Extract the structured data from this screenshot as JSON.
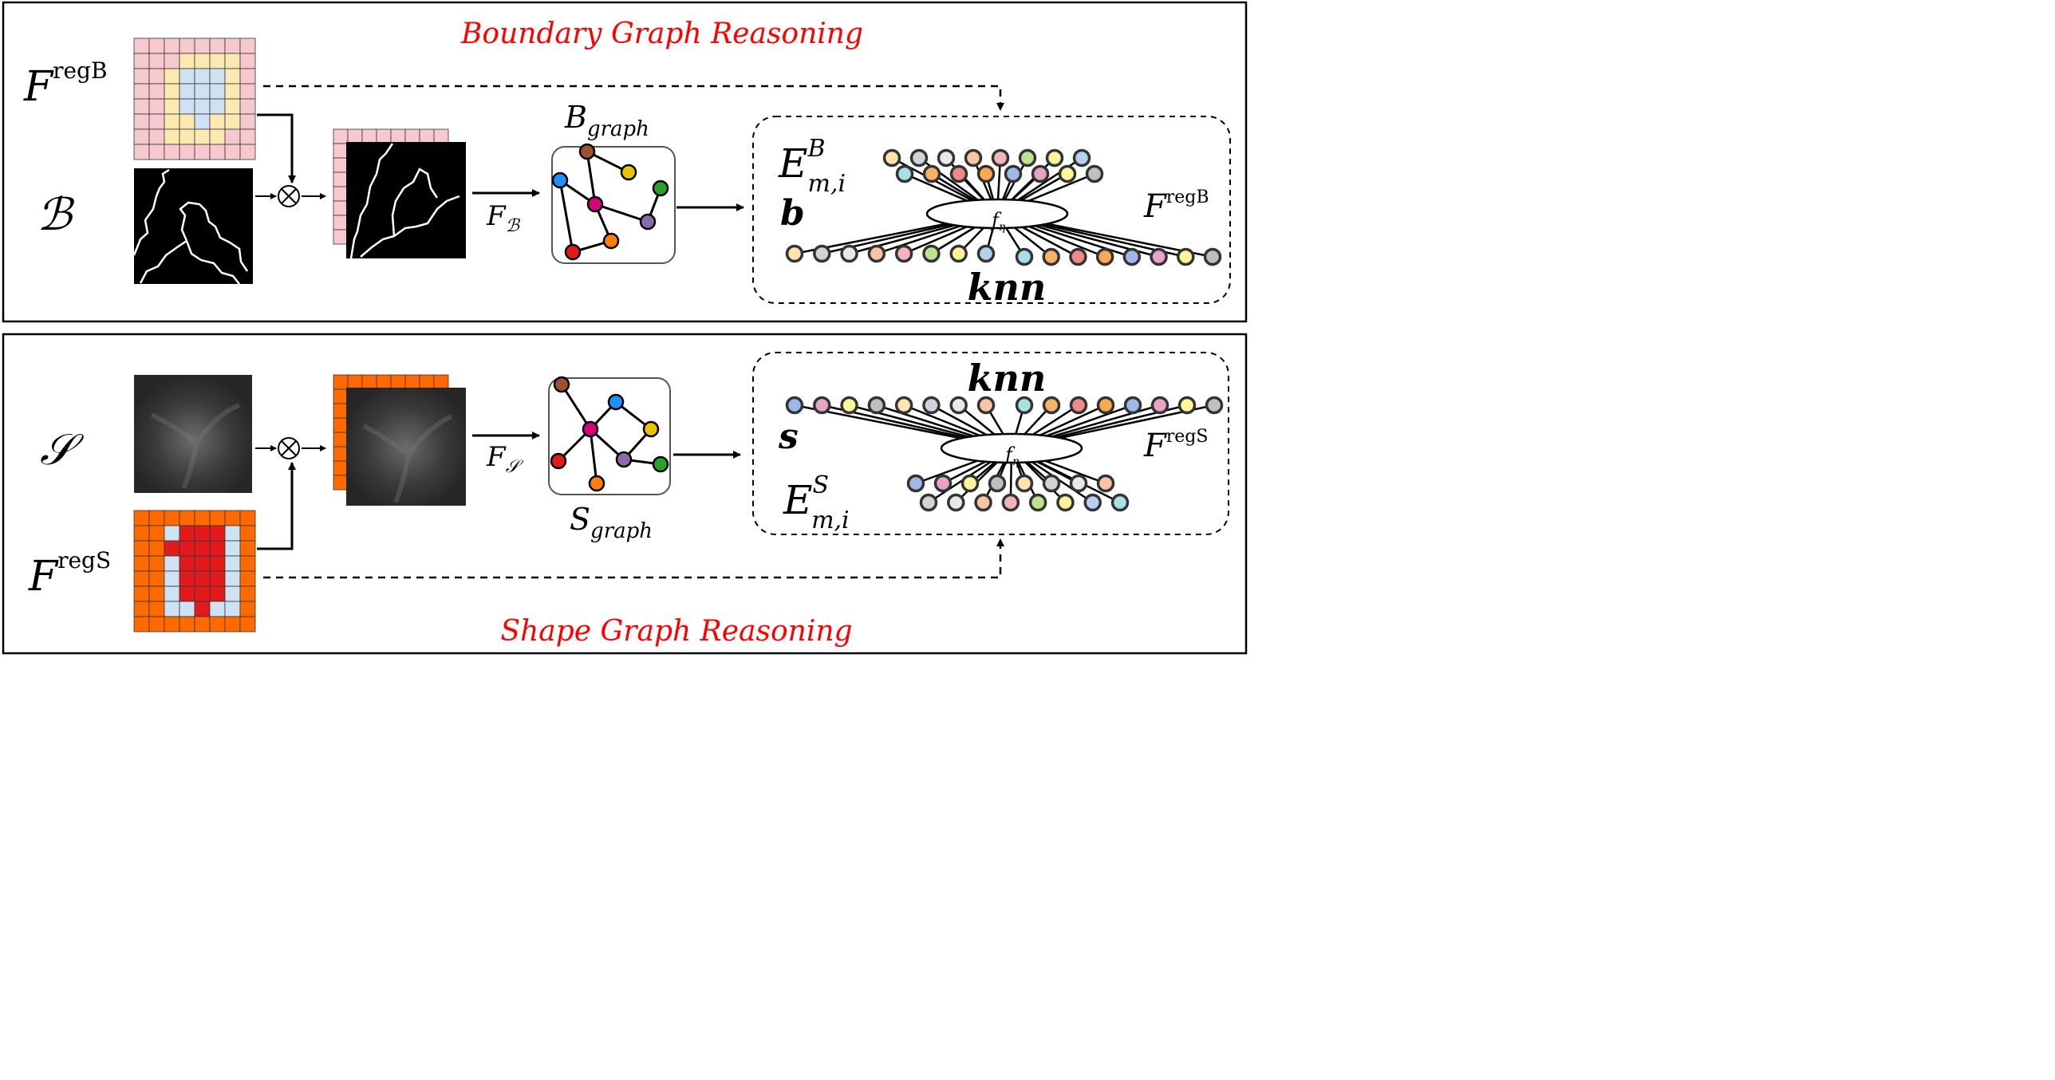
{
  "colors": {
    "title": "#ff0000",
    "pink": "#f6c9cf",
    "yellow": "#fce9b2",
    "light_blue": "#cfe2f3",
    "orange": "#ff6a00",
    "red": "#e31a1c",
    "dark_gray": "#2b2b2b"
  },
  "top_panel": {
    "title": "Boundary   Graph   Reasoning",
    "feature_label_base": "F",
    "feature_label_sup": "regB",
    "boundary_symbol": "ℬ",
    "operator": "⊗",
    "projection_label_base": "F",
    "projection_label_sub": "ℬ",
    "graph_label_base": "B",
    "graph_label_sub": "graph",
    "edge_label_base": "E",
    "edge_label_sup": "B",
    "edge_label_sub": "m,i",
    "node_label": "b",
    "function_label": "f",
    "function_sub": "η",
    "knn_label": "knn",
    "side_label_base": "F",
    "side_label_sup": "regB"
  },
  "bottom_panel": {
    "title": "Shape     Graph   Reasoning",
    "feature_label_base": "F",
    "feature_label_sup": "regS",
    "shape_symbol": "𝒮",
    "operator": "⊗",
    "projection_label_base": "F",
    "projection_label_sub": "𝒮",
    "graph_label_base": "S",
    "graph_label_sub": "graph",
    "edge_label_base": "E",
    "edge_label_sup": "S",
    "edge_label_sub": "m,i",
    "node_label": "s",
    "function_label": "f",
    "function_sub": "η",
    "knn_label": "knn",
    "side_label_base": "F",
    "side_label_sup": "regS"
  },
  "icons": [
    "multiply-circle-icon",
    "arrow-icon",
    "dashed-arrow-icon",
    "graph-node-icon"
  ]
}
